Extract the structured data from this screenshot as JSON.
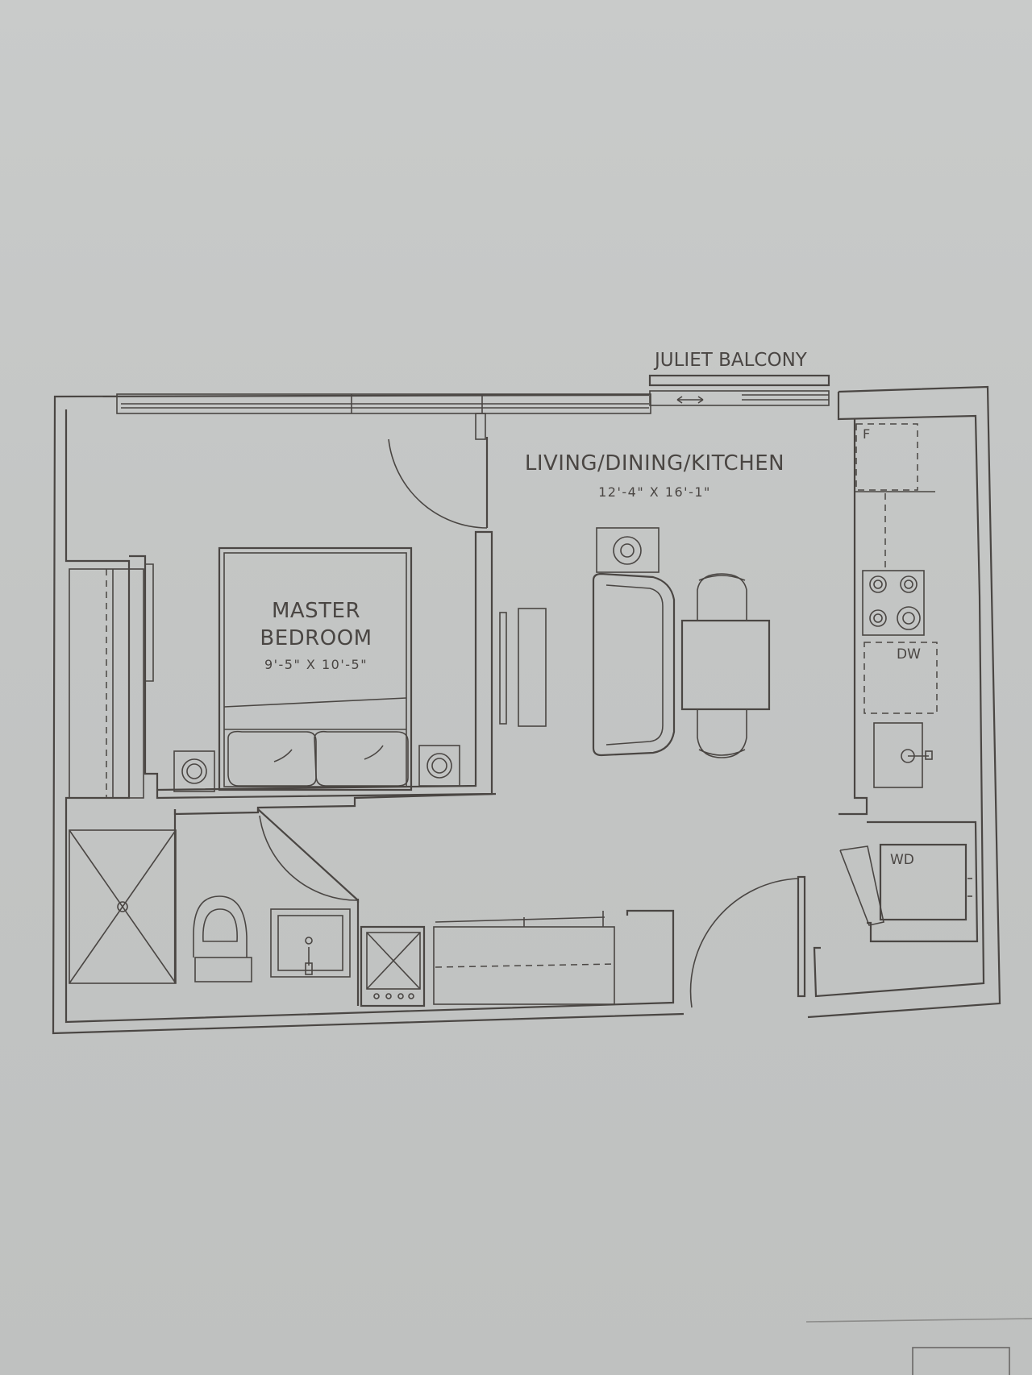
{
  "plan": {
    "balcony_label": "JULIET BALCONY",
    "rooms": {
      "living": {
        "name": "LIVING/DINING/KITCHEN",
        "dims": "12'-4\" X 16'-1\""
      },
      "bedroom": {
        "name_line1": "MASTER",
        "name_line2": "BEDROOM",
        "dims": "9'-5\" X 10'-5\""
      }
    },
    "appliances": {
      "fridge": "F",
      "dishwasher": "DW",
      "washer_dryer": "WD"
    }
  }
}
